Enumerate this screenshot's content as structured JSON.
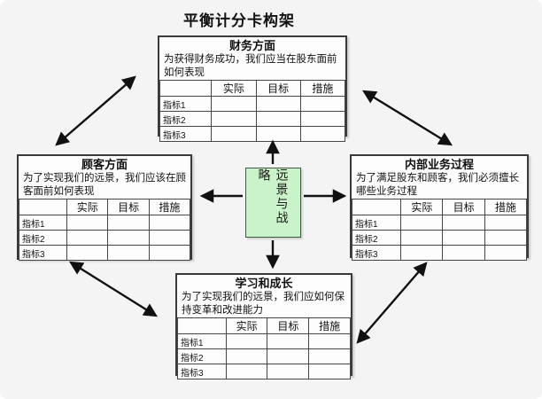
{
  "title": "平衡计分卡构架",
  "center_box": {
    "label": "远景与战略",
    "fill": "#c9f3c9"
  },
  "table_template": {
    "col_headers": [
      "实际",
      "目标",
      "措施"
    ],
    "row_labels": [
      "指标1",
      "指标2",
      "指标3"
    ]
  },
  "panels": {
    "finance": {
      "title": "财务方面",
      "desc": "为获得财务成功，我们应当在股东面前如何表现"
    },
    "customer": {
      "title": "顾客方面",
      "desc": "为了实现我们的远景，我们应该在顾客面前如何表现"
    },
    "internal_process": {
      "title": "内部业务过程",
      "desc": "为了满足股东和顾客，我们必须擅长哪些业务过程"
    },
    "learning_growth": {
      "title": "学习和成长",
      "desc": "为了实现我们的远景，我们应如何保持变革和改进能力"
    }
  },
  "colors": {
    "background": "#f4f4f4",
    "panel_background": "#fdfdfd",
    "panel_border": "#3a3a3a",
    "center_fill": "#c9f3c9",
    "arrow": "#111111"
  }
}
